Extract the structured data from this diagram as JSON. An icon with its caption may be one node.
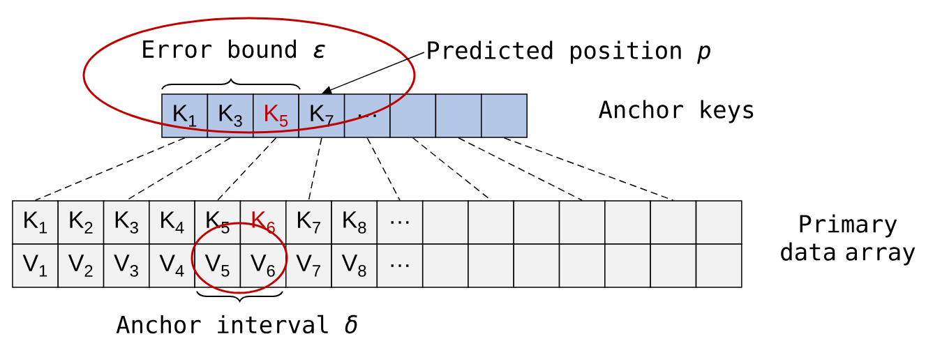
{
  "diagram": {
    "nodes": [
      {
        "text": [
          "K$_{1}$"
        ]
      },
      {
        "text": [
          "K$_{3}$"
        ]
      },
      {
        "text": [
          "K$_{5}$"
        ]
      },
      {
        "text": [
          "K$_{7}$"
        ]
      },
      {
        "text": [
          "…"
        ]
      },
      {
        "text": [],
        "shape": "box"
      },
      {
        "text": [],
        "shape": "box"
      },
      {
        "text": [],
        "shape": "box"
      },
      {
        "text": [
          "K$_{1}$"
        ]
      },
      {
        "text": [
          "K$_{2}$"
        ]
      },
      {
        "text": [
          "K$_{3}$"
        ]
      },
      {
        "text": [
          "K$_{4}$"
        ]
      },
      {
        "text": [
          "K$_{5}$"
        ]
      },
      {
        "text": [
          "K$_{6}$"
        ]
      },
      {
        "text": [
          "K$_{7}$"
        ]
      },
      {
        "text": [
          "K$_{8}$"
        ]
      },
      {
        "text": [
          "…"
        ]
      },
      {
        "text": [],
        "shape": "box"
      },
      {
        "text": [],
        "shape": "box"
      },
      {
        "text": [],
        "shape": "box"
      },
      {
        "text": [],
        "shape": "box"
      },
      {
        "text": [],
        "shape": "box"
      },
      {
        "text": [],
        "shape": "box"
      },
      {
        "text": [],
        "shape": "box"
      },
      {
        "text": [
          "V$_{1}$"
        ]
      },
      {
        "text": [
          "V$_{2}$"
        ]
      },
      {
        "text": [
          "V$_{3}$"
        ]
      },
      {
        "text": [
          "V$_{4}$"
        ]
      },
      {
        "text": [
          "V$_{5}$"
        ]
      },
      {
        "text": [
          "V$_{6}$"
        ]
      },
      {
        "text": [
          "V$_{7}$"
        ]
      },
      {
        "text": [
          "V$_{8}$"
        ]
      },
      {
        "text": [
          "…"
        ]
      },
      {
        "text": [],
        "shape": "box"
      },
      {
        "text": [],
        "shape": "box"
      },
      {
        "text": [],
        "shape": "box"
      },
      {
        "text": [],
        "shape": "box"
      },
      {
        "text": [],
        "shape": "box"
      },
      {
        "text": [],
        "shape": "box"
      },
      {
        "text": [],
        "shape": "box"
      },
      {
        "text": [
          "Predicted position *p*"
        ]
      }
    ],
    "edges": [
      {
        "from": 0,
        "to": 8,
        "arrow": "none",
        "style": "dashed"
      },
      {
        "from": 1,
        "to": 10,
        "arrow": "none",
        "style": "dashed"
      },
      {
        "from": 2,
        "to": 12,
        "arrow": "none",
        "style": "dashed"
      },
      {
        "from": 3,
        "to": 14,
        "arrow": "none",
        "style": "dashed"
      },
      {
        "from": 4,
        "to": 16,
        "arrow": "none",
        "style": "dashed"
      },
      {
        "from": 5,
        "to": 18,
        "arrow": "none",
        "style": "dashed"
      },
      {
        "from": 6,
        "to": 20,
        "arrow": "none",
        "style": "dashed"
      },
      {
        "from": 7,
        "to": 22,
        "arrow": "none",
        "style": "dashed"
      },
      {
        "from": 40,
        "to": 3,
        "arrow": "to"
      }
    ],
    "labels": [
      "Error bound *ε*",
      "Anchor keys",
      "Primary data array",
      "Anchor interval *δ*"
    ]
  }
}
